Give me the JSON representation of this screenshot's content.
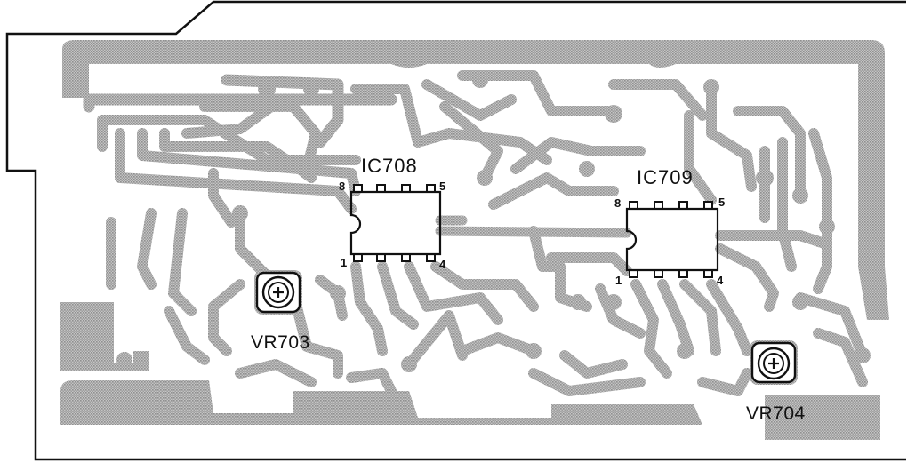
{
  "board": {
    "components": {
      "ic708": {
        "label": "IC708",
        "pin_labels": {
          "p1": "1",
          "p4": "4",
          "p5": "5",
          "p8": "8"
        }
      },
      "ic709": {
        "label": "IC709",
        "pin_labels": {
          "p1": "1",
          "p4": "4",
          "p5": "5",
          "p8": "8"
        }
      },
      "vr703": {
        "label": "VR703"
      },
      "vr704": {
        "label": "VR704"
      }
    }
  },
  "colors": {
    "outline": "#111111",
    "trace_halftone": "#a9a9a9",
    "background": "#ffffff"
  }
}
